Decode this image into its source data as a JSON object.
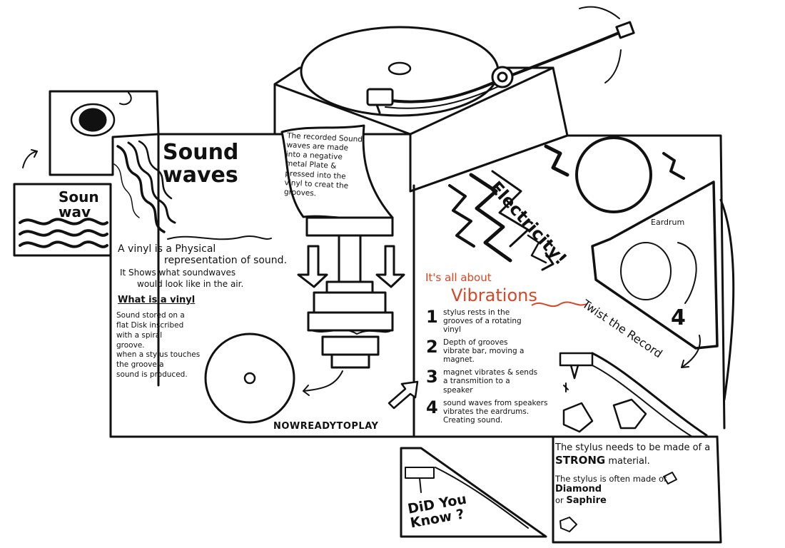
{
  "title_sound_waves": "Sound\nwaves",
  "small_panel_label": "Soun\nwav",
  "recorded_note": "The recorded Sound waves are made into a negative metal Plate & pressed into the vinyl to creat the grooves.",
  "vinyl_intro_line1": "A vinyl is a Physical",
  "vinyl_intro_line2": "representation of sound.",
  "vinyl_intro_line3": "It Shows what soundwaves",
  "vinyl_intro_line4": "would look like in the air.",
  "what_is_heading": "What is a vinyl",
  "what_is_body": [
    "Sound stored on a",
    "flat Disk inscribed",
    "with a spiral",
    "groove.",
    "when a stylus touches",
    "the groove a",
    "sound is produced."
  ],
  "now_ready": "NOWREADYTOPLAY",
  "electricity": "Electricity!",
  "eardrum": "Eardrum",
  "vibrations_line1": "It's all about",
  "vibrations_line2": "Vibrations",
  "steps": [
    {
      "num": "1",
      "text": "stylus rests in the grooves of a rotating vinyl"
    },
    {
      "num": "2",
      "text": "Depth of grooves vibrate bar, moving a magnet."
    },
    {
      "num": "3",
      "text": "magnet vibrates & sends a transmition to a speaker"
    },
    {
      "num": "4",
      "text": "sound waves from speakers vibrates the eardrums. Creating sound."
    }
  ],
  "twist": "Twist the Record",
  "panel_number": "4",
  "did_you_know": "DiD You\nKnow ?",
  "stylus_fact_1": "The stylus needs to be made of a",
  "stylus_fact_strong": "STRONG",
  "stylus_fact_1b": "material.",
  "stylus_fact_2": "The stylus is often made of",
  "stylus_fact_diamond": "Diamond",
  "stylus_fact_or": "or",
  "stylus_fact_saphire": "Saphire",
  "colors": {
    "ink": "#111111",
    "accent": "#d2492a",
    "paper": "#ffffff"
  }
}
